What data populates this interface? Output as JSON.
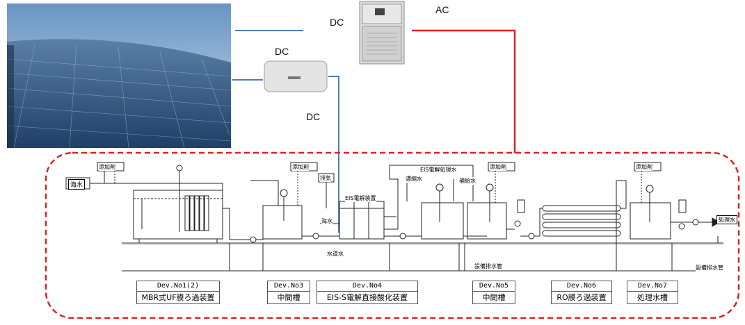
{
  "power": {
    "dc_top": "DC",
    "dc_inverter": "DC",
    "dc_down": "DC",
    "ac": "AC"
  },
  "colors": {
    "dc_line": "#4a7fc1",
    "ac_line": "#e02020",
    "boundary": "#e02020"
  },
  "process": {
    "seawater": "海水",
    "additive_1": "添加剤",
    "additive_2": "添加剤",
    "additive_3": "添加剤",
    "additive_4": "添加剤",
    "exhaust": "排気",
    "eis_unit": "EIS電解装置",
    "eis_treated": "EIS電解処理水",
    "concentrate": "濃縮水",
    "makeup": "補給水",
    "seawater_in": "海水",
    "hydrogen_water": "水道水",
    "drain_1": "設備排水管",
    "drain_2": "設備排水管",
    "treated": "処理水"
  },
  "devices": [
    {
      "no": "Dev.No1(2)",
      "name": "MBR式UF膜ろ過装置"
    },
    {
      "no": "Dev.No3",
      "name": "中間槽"
    },
    {
      "no": "Dev.No4",
      "name": "EIS-S電解直接酸化装置"
    },
    {
      "no": "Dev.No5",
      "name": "中間槽"
    },
    {
      "no": "Dev.No6",
      "name": "RO膜ろ過装置"
    },
    {
      "no": "Dev.No7",
      "name": "処理水槽"
    }
  ]
}
